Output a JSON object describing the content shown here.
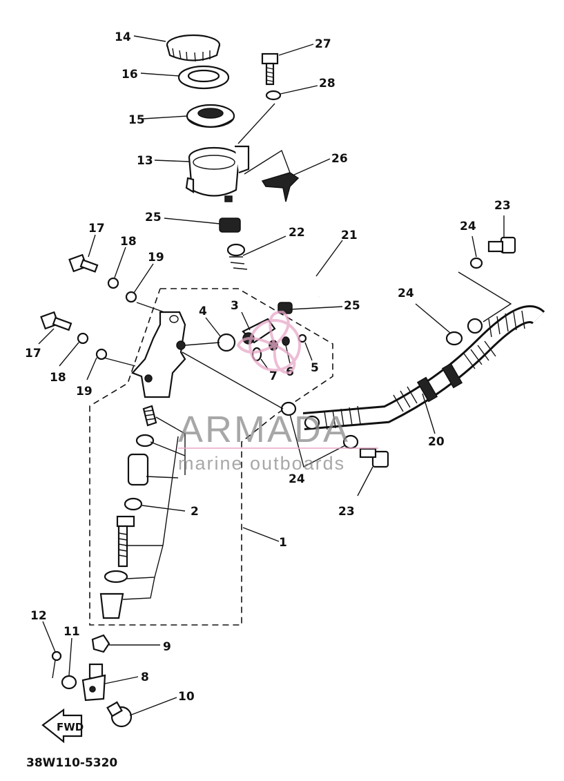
{
  "diagram": {
    "drawing_code": "38W110-5320",
    "direction_mark": "FWD",
    "watermark": {
      "brand": "ARMADA",
      "tagline": "marine outboards",
      "color": "#e8a8c8"
    },
    "callouts": {
      "c1": "1",
      "c2": "2",
      "c3": "3",
      "c4": "4",
      "c5": "5",
      "c6": "6",
      "c7": "7",
      "c8": "8",
      "c9": "9",
      "c10": "10",
      "c11": "11",
      "c12": "12",
      "c13": "13",
      "c14": "14",
      "c15": "15",
      "c16": "16",
      "c17a": "17",
      "c17b": "17",
      "c18a": "18",
      "c18b": "18",
      "c19a": "19",
      "c19b": "19",
      "c20": "20",
      "c21": "21",
      "c22": "22",
      "c23a": "23",
      "c23b": "23",
      "c24a": "24",
      "c24b": "24",
      "c24c": "24",
      "c25a": "25",
      "c25b": "25",
      "c26": "26",
      "c27": "27",
      "c28": "28"
    }
  }
}
